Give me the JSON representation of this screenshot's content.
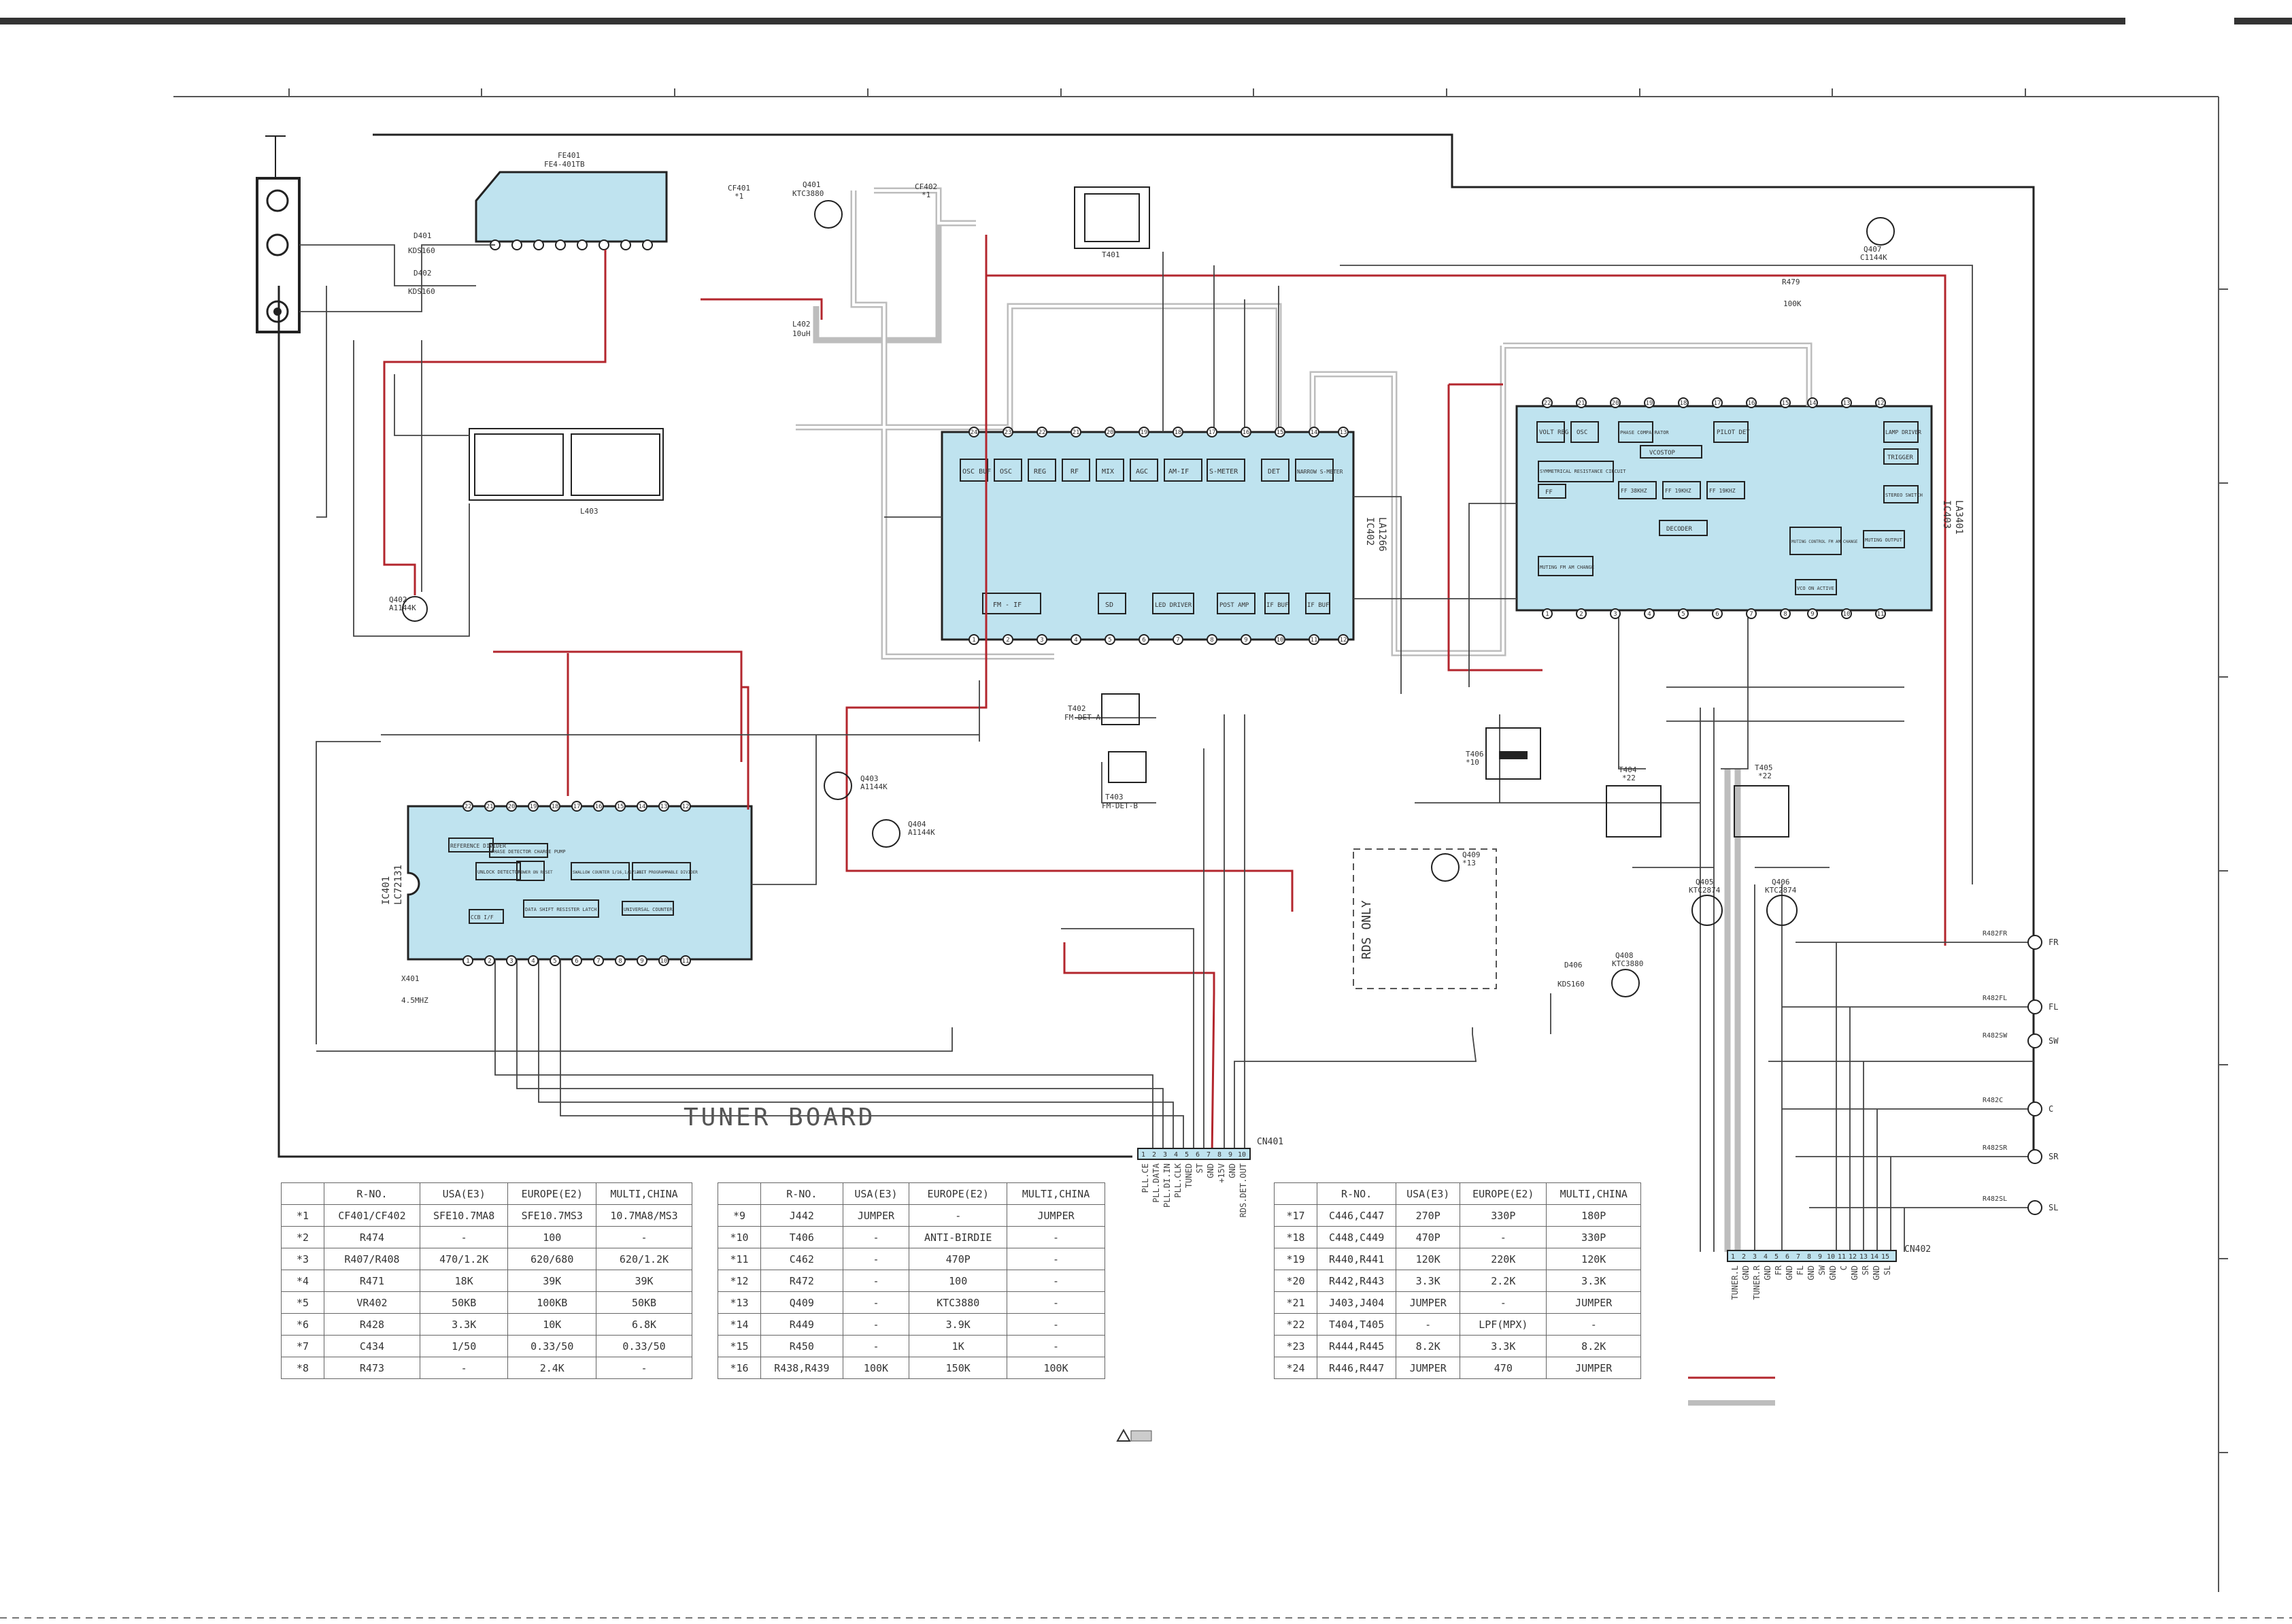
{
  "board_title": "TUNER BOARD",
  "connectors": {
    "cn401": {
      "name": "CN401",
      "pins": [
        "1",
        "2",
        "3",
        "4",
        "5",
        "6",
        "7",
        "8",
        "9",
        "10"
      ],
      "signals": [
        "PLL.CE",
        "PLL.DATA",
        "PLL.DI.IN",
        "PLL.CLK",
        "TUNED",
        "ST",
        "GND",
        "+15V",
        "GND",
        "RDS.DET.OUT"
      ]
    },
    "cn402": {
      "name": "CN402",
      "pins": [
        "1",
        "2",
        "3",
        "4",
        "5",
        "6",
        "7",
        "8",
        "9",
        "10",
        "11",
        "12",
        "13",
        "14",
        "15"
      ],
      "signals": [
        "TUNER.L",
        "GND",
        "TUNER.R",
        "GND",
        "FR",
        "GND",
        "FL",
        "GND",
        "SW",
        "GND",
        "C",
        "GND",
        "SR",
        "GND",
        "SL"
      ]
    }
  },
  "output_jacks": [
    "FR",
    "FL",
    "SW",
    "C",
    "SR",
    "SL"
  ],
  "output_jack_resistors": [
    "R482FR",
    "R482FL",
    "R482SW",
    "R482C",
    "R482SR",
    "R482SL"
  ],
  "ic_blocks": {
    "ic401": {
      "name": "IC401",
      "part": "LC72131",
      "blocks": [
        "REFERENCE DIVIDER",
        "PHASE DETECTOR CHARGE PUMP",
        "UNLOCK DETECTOR",
        "POWER ON RESET",
        "SWALLOW COUNTER 1/16,1/17 4BIT",
        "12BIT PROGRAMMABLE DIVIDER",
        "DATA SHIFT RESISTER LATCH",
        "UNIVERSAL COUNTER",
        "CCB I/F"
      ],
      "top_pins": [
        "22",
        "21",
        "20",
        "19",
        "18",
        "17",
        "16",
        "15",
        "14",
        "13",
        "12"
      ],
      "bottom_pins": [
        "1",
        "2",
        "3",
        "4",
        "5",
        "6",
        "7",
        "8",
        "9",
        "10",
        "11"
      ]
    },
    "ic402": {
      "name": "IC402",
      "part": "LA1266",
      "blocks_top": [
        "OSC BUF",
        "OSC",
        "REG",
        "RF",
        "MIX",
        "AGC",
        "AM-IF",
        "S-METER",
        "DET",
        "NARROW S-METER"
      ],
      "blocks_bottom": [
        "FM - IF",
        "SD",
        "LED DRIVER",
        "POST AMP",
        "IF BUF",
        "IF BUF"
      ],
      "top_pins": [
        "24",
        "23",
        "22",
        "21",
        "20",
        "19",
        "18",
        "17",
        "16",
        "15",
        "14",
        "13"
      ],
      "bottom_pins": [
        "1",
        "2",
        "3",
        "4",
        "5",
        "6",
        "7",
        "8",
        "9",
        "10",
        "11",
        "12"
      ]
    },
    "ic403": {
      "name": "IC403",
      "part": "LA3401",
      "blocks": [
        "VOLT REG",
        "OSC",
        "PHASE COMPA RATOR",
        "PILOT DET",
        "LAMP DRIVER",
        "VCOSTOP",
        "TRIGGER",
        "SYMMETRICAL RESISTANCE CIRCUIT",
        "FF",
        "FF 38KHZ",
        "FF 19KHZ",
        "FF 19KHZ",
        "STEREO SWITCH",
        "DECODER",
        "MUTING CONTROL FM AM CHANGE",
        "MUTING OUTPUT",
        "MUTING FM AM CHANGE",
        "VCO ON ACTIVE"
      ],
      "top_pins": [
        "22",
        "21",
        "20",
        "19",
        "18",
        "17",
        "16",
        "15",
        "14",
        "13",
        "12"
      ],
      "bottom_pins": [
        "1",
        "2",
        "3",
        "4",
        "5",
        "6",
        "7",
        "8",
        "9",
        "10",
        "11"
      ]
    }
  },
  "component_labels": [
    {
      "ref": "FE401",
      "note": "FE4-401TB"
    },
    {
      "ref": "CF401",
      "note": "*1"
    },
    {
      "ref": "Q401",
      "note": "KTC3880"
    },
    {
      "ref": "CF402",
      "note": "*1"
    },
    {
      "ref": "T401",
      "note": ""
    },
    {
      "ref": "Q407",
      "note": "C1144K"
    },
    {
      "ref": "R479",
      "note": "100K"
    },
    {
      "ref": "L403",
      "note": ""
    },
    {
      "ref": "Q402",
      "note": "A1144K"
    },
    {
      "ref": "T402",
      "note": "FM-DET-A"
    },
    {
      "ref": "T403",
      "note": "FM-DET-B"
    },
    {
      "ref": "Q403",
      "note": "A1144K"
    },
    {
      "ref": "Q404",
      "note": "A1144K"
    },
    {
      "ref": "T406",
      "note": "*10"
    },
    {
      "ref": "T404",
      "note": "*22"
    },
    {
      "ref": "T405",
      "note": "*22"
    },
    {
      "ref": "Q405",
      "note": "KTC2874"
    },
    {
      "ref": "Q406",
      "note": "KTC2874"
    },
    {
      "ref": "Q408",
      "note": "KTC3880"
    },
    {
      "ref": "Q409",
      "note": "*13"
    },
    {
      "ref": "X401",
      "note": "4.5MHZ"
    },
    {
      "ref": "D401",
      "note": "KDS160"
    },
    {
      "ref": "D402",
      "note": "KDS160"
    },
    {
      "ref": "D406",
      "note": "KDS160"
    },
    {
      "ref": "L402",
      "note": "10uH"
    }
  ],
  "rds_only_label": "RDS ONLY",
  "tables": {
    "headers": [
      "R-NO.",
      "USA(E3)",
      "EUROPE(E2)",
      "MULTI,CHINA"
    ],
    "table1": [
      [
        "*1",
        "CF401/CF402",
        "SFE10.7MA8",
        "SFE10.7MS3",
        "10.7MA8/MS3"
      ],
      [
        "*2",
        "R474",
        "-",
        "100",
        "-"
      ],
      [
        "*3",
        "R407/R408",
        "470/1.2K",
        "620/680",
        "620/1.2K"
      ],
      [
        "*4",
        "R471",
        "18K",
        "39K",
        "39K"
      ],
      [
        "*5",
        "VR402",
        "50KB",
        "100KB",
        "50KB"
      ],
      [
        "*6",
        "R428",
        "3.3K",
        "10K",
        "6.8K"
      ],
      [
        "*7",
        "C434",
        "1/50",
        "0.33/50",
        "0.33/50"
      ],
      [
        "*8",
        "R473",
        "-",
        "2.4K",
        "-"
      ]
    ],
    "table2": [
      [
        "*9",
        "J442",
        "JUMPER",
        "-",
        "JUMPER"
      ],
      [
        "*10",
        "T406",
        "-",
        "ANTI-BIRDIE",
        "-"
      ],
      [
        "*11",
        "C462",
        "-",
        "470P",
        "-"
      ],
      [
        "*12",
        "R472",
        "-",
        "100",
        "-"
      ],
      [
        "*13",
        "Q409",
        "-",
        "KTC3880",
        "-"
      ],
      [
        "*14",
        "R449",
        "-",
        "3.9K",
        "-"
      ],
      [
        "*15",
        "R450",
        "-",
        "1K",
        "-"
      ],
      [
        "*16",
        "R438,R439",
        "100K",
        "150K",
        "100K"
      ]
    ],
    "table3": [
      [
        "*17",
        "C446,C447",
        "270P",
        "330P",
        "180P"
      ],
      [
        "*18",
        "C448,C449",
        "470P",
        "-",
        "330P"
      ],
      [
        "*19",
        "R440,R441",
        "120K",
        "220K",
        "120K"
      ],
      [
        "*20",
        "R442,R443",
        "3.3K",
        "2.2K",
        "3.3K"
      ],
      [
        "*21",
        "J403,J404",
        "JUMPER",
        "-",
        "JUMPER"
      ],
      [
        "*22",
        "T404,T405",
        "-",
        "LPF(MPX)",
        "-"
      ],
      [
        "*23",
        "R444,R445",
        "8.2K",
        "3.3K",
        "8.2K"
      ],
      [
        "*24",
        "R446,R447",
        "JUMPER",
        "470",
        "JUMPER"
      ]
    ]
  },
  "colors": {
    "ic_fill": "#bfe3ef",
    "signal_red": "#b3262d",
    "gray_path": "#b8b8b8",
    "line": "#444444"
  }
}
